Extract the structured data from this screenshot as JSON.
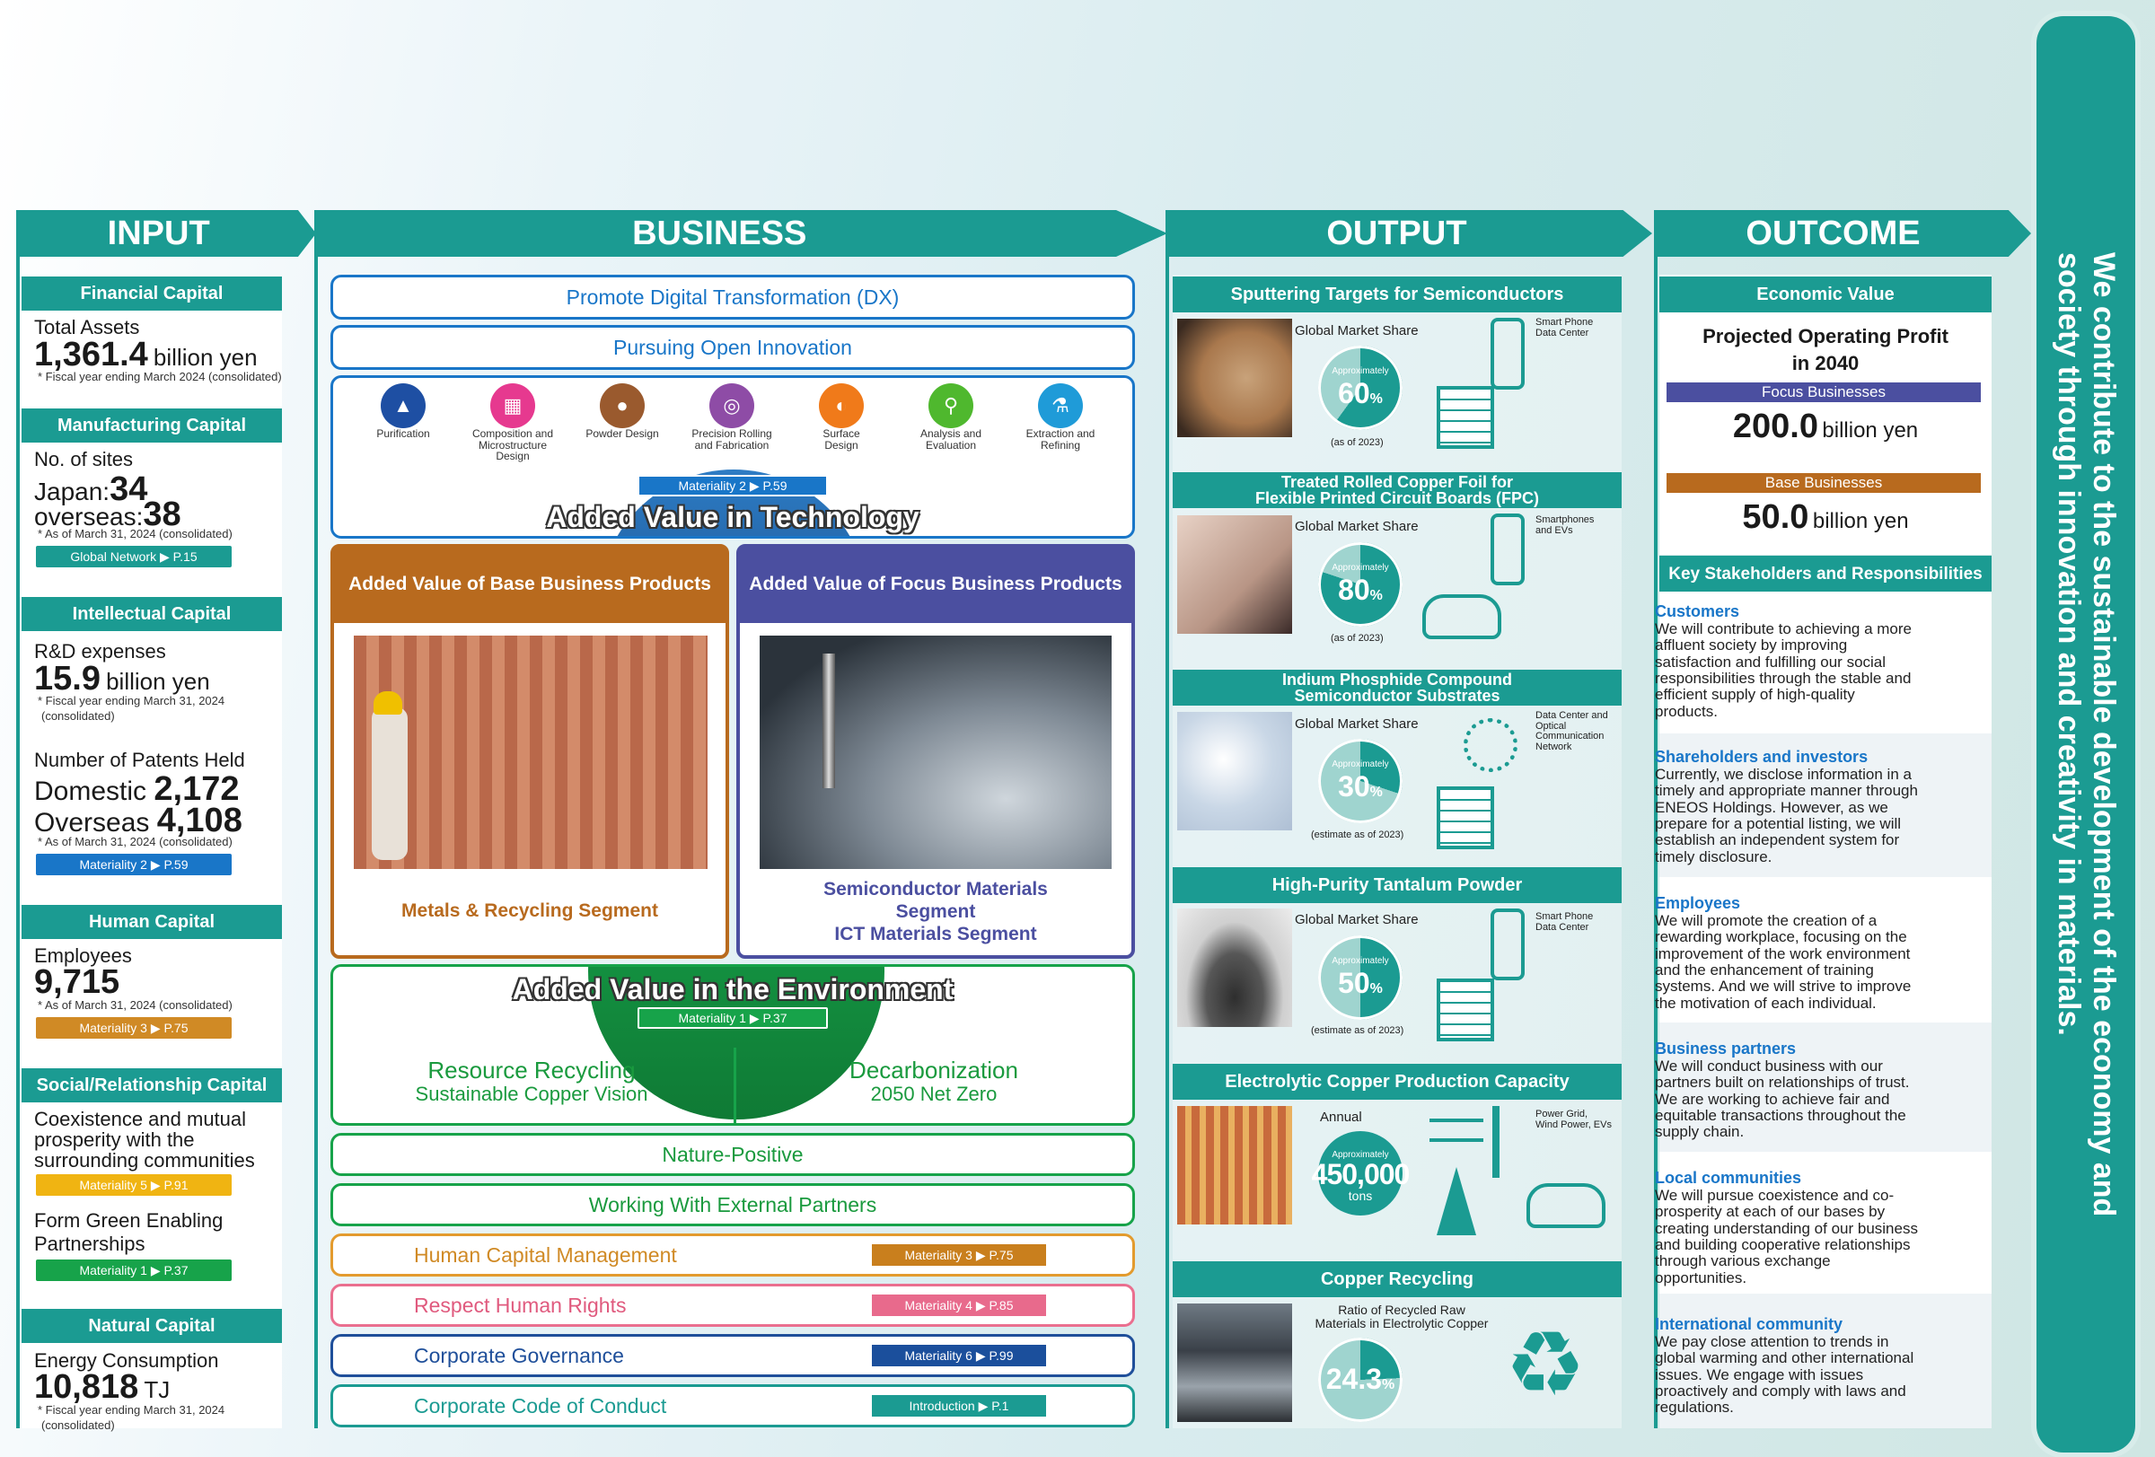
{
  "columns": {
    "input": "INPUT",
    "business": "BUSINESS",
    "output": "OUTPUT",
    "outcome": "OUTCOME"
  },
  "vertical_message_line1": "We contribute to the sustainable development of the economy and",
  "vertical_message_line2": "society through innovation and creativity in materials.",
  "input": {
    "financial": {
      "title": "Financial Capital",
      "label": "Total Assets",
      "value": "1,361.4",
      "unit": "billion yen",
      "note": "* Fiscal year ending March 2024 (consolidated)"
    },
    "manufacturing": {
      "title": "Manufacturing Capital",
      "label": "No. of sites",
      "japan_label": "Japan:",
      "japan_value": "34",
      "overseas_label": "overseas:",
      "overseas_value": "38",
      "note": "* As of March 31, 2024 (consolidated)",
      "tag": "Global Network ▶ P.15"
    },
    "intellectual": {
      "title": "Intellectual Capital",
      "label": "R&D expenses",
      "value": "15.9",
      "unit": "billion yen",
      "note1": "* Fiscal year ending March 31, 2024",
      "note2": "(consolidated)",
      "patents_label": "Number of Patents Held",
      "domestic_label": "Domestic",
      "domestic_value": "2,172",
      "overseas_label": "Overseas",
      "overseas_value": "4,108",
      "note3": "* As of March 31, 2024 (consolidated)",
      "tag": "Materiality 2 ▶ P.59"
    },
    "human": {
      "title": "Human Capital",
      "label": "Employees",
      "value": "9,715",
      "note": "* As of March 31, 2024 (consolidated)",
      "tag": "Materiality 3 ▶ P.75"
    },
    "social": {
      "title": "Social/Relationship Capital",
      "text1": "Coexistence and mutual",
      "text2": "prosperity with the",
      "text3": "surrounding communities",
      "tag1": "Materiality 5 ▶ P.91",
      "text4": "Form Green Enabling",
      "text5": "Partnerships",
      "tag2": "Materiality 1 ▶ P.37"
    },
    "natural": {
      "title": "Natural Capital",
      "label": "Energy Consumption",
      "value": "10,818",
      "unit": "TJ",
      "note1": "* Fiscal year ending March 31, 2024",
      "note2": "(consolidated)"
    }
  },
  "business": {
    "dx": "Promote Digital Transformation (DX)",
    "open_innovation": "Pursuing Open Innovation",
    "tech_icons": [
      {
        "label1": "Purification",
        "label2": "",
        "label3": "",
        "color": "#1e4fa3"
      },
      {
        "label1": "Composition and",
        "label2": "Microstructure",
        "label3": "Design",
        "color": "#e6398f"
      },
      {
        "label1": "Powder Design",
        "label2": "",
        "label3": "",
        "color": "#9a5a2e"
      },
      {
        "label1": "Precision Rolling",
        "label2": "and Fabrication",
        "label3": "",
        "color": "#8e4ca6"
      },
      {
        "label1": "Surface",
        "label2": "Design",
        "label3": "",
        "color": "#f07a1a"
      },
      {
        "label1": "Analysis and",
        "label2": "Evaluation",
        "label3": "",
        "color": "#4fb82e"
      },
      {
        "label1": "Extraction and",
        "label2": "Refining",
        "label3": "",
        "color": "#1f9bd8"
      }
    ],
    "tech_tag": "Materiality 2 ▶ P.59",
    "tech_title": "Added Value in Technology",
    "base_title": "Added Value of Base Business Products",
    "base_segment": "Metals & Recycling Segment",
    "focus_title": "Added Value of Focus Business Products",
    "focus_seg1": "Semiconductor Materials",
    "focus_seg2": "Segment",
    "focus_seg3": "ICT Materials Segment",
    "env_title": "Added Value in the Environment",
    "env_tag": "Materiality 1 ▶ P.37",
    "recycling1": "Resource Recycling",
    "recycling2": "Sustainable Copper Vision",
    "decarb1": "Decarbonization",
    "decarb2": "2050 Net Zero",
    "nature": "Nature-Positive",
    "partners": "Working With External Partners",
    "rows": [
      {
        "label": "Human Capital Management",
        "tag": "Materiality 3 ▶ P.75"
      },
      {
        "label": "Respect Human Rights",
        "tag": "Materiality 4 ▶ P.85"
      },
      {
        "label": "Corporate Governance",
        "tag": "Materiality 6 ▶ P.99"
      },
      {
        "label": "Corporate Code of Conduct",
        "tag": "Introduction ▶ P.1"
      }
    ]
  },
  "output": {
    "gms_label": "Global Market Share",
    "approx": "Approximately",
    "items": [
      {
        "title1": "Sputtering Targets for Semiconductors",
        "title2": "",
        "share": 60,
        "share_text": "60",
        "pct": "%",
        "note": "(as of 2023)",
        "use1": "Smart Phone",
        "use2": "Data Center",
        "use3": "",
        "use4": ""
      },
      {
        "title1": "Treated Rolled Copper Foil for",
        "title2": "Flexible Printed Circuit Boards (FPC)",
        "share": 80,
        "share_text": "80",
        "pct": "%",
        "note": "(as of 2023)",
        "use1": "Smartphones",
        "use2": "and EVs",
        "use3": "",
        "use4": ""
      },
      {
        "title1": "Indium Phosphide Compound",
        "title2": "Semiconductor Substrates",
        "share": 30,
        "share_text": "30",
        "pct": "%",
        "note": "(estimate as of 2023)",
        "use1": "Data Center and",
        "use2": "Optical",
        "use3": "Communication",
        "use4": "Network"
      },
      {
        "title1": "High-Purity Tantalum Powder",
        "title2": "",
        "share": 50,
        "share_text": "50",
        "pct": "%",
        "note": "(estimate as of 2023)",
        "use1": "Smart Phone",
        "use2": "Data Center",
        "use3": "",
        "use4": ""
      }
    ],
    "capacity": {
      "title": "Electrolytic Copper Production Capacity",
      "annual": "Annual",
      "value": "450,000",
      "unit": "tons",
      "use1": "Power Grid,",
      "use2": "Wind Power, EVs"
    },
    "recycling": {
      "title": "Copper Recycling",
      "label1": "Ratio of Recycled Raw",
      "label2": "Materials in Electrolytic Copper",
      "value": "24.3",
      "share": 24.3,
      "pct": "%"
    }
  },
  "outcome": {
    "economic_title": "Economic Value",
    "profit1": "Projected Operating Profit",
    "profit2": "in 2040",
    "focus_label": "Focus Businesses",
    "focus_value": "200.0",
    "focus_unit": "billion yen",
    "base_label": "Base Businesses",
    "base_value": "50.0",
    "base_unit": "billion yen",
    "stake_title": "Key Stakeholders and Responsibilities",
    "stakeholders": [
      {
        "h": "Customers",
        "l": [
          "We will contribute to achieving a more",
          "affluent society by improving",
          "satisfaction and fulfilling our social",
          "responsibilities through the stable and",
          "efficient supply of high-quality",
          "products."
        ]
      },
      {
        "h": "Shareholders and investors",
        "l": [
          "Currently, we disclose information in a",
          "timely and appropriate manner through",
          "ENEOS Holdings. However, as we",
          "prepare for a potential listing, we will",
          "establish an independent system for",
          "timely disclosure."
        ]
      },
      {
        "h": "Employees",
        "l": [
          "We will promote the creation of a",
          "rewarding workplace, focusing on the",
          "improvement of the work environment",
          "and the enhancement of training",
          "systems. And we will strive to improve",
          "the motivation of each individual."
        ]
      },
      {
        "h": "Business partners",
        "l": [
          "We will conduct business with our",
          "partners built on relationships of trust.",
          "We are working to achieve fair and",
          "equitable transactions throughout the",
          "supply chain."
        ]
      },
      {
        "h": "Local communities",
        "l": [
          "We will pursue coexistence and co-",
          "prosperity at each of our bases by",
          "creating understanding of our business",
          "and building cooperative relationships",
          "through various exchange",
          "opportunities."
        ]
      },
      {
        "h": "International community",
        "l": [
          "We pay close attention to trends in",
          "global warming and other international",
          "issues. We engage with issues",
          "proactively and comply with laws and",
          "regulations."
        ]
      }
    ]
  },
  "colors": {
    "teal": "#1b9b92",
    "blue": "#1976c8",
    "green": "#17a34a",
    "base_brown": "#b86a1e",
    "focus_purple": "#4b4fa0"
  }
}
